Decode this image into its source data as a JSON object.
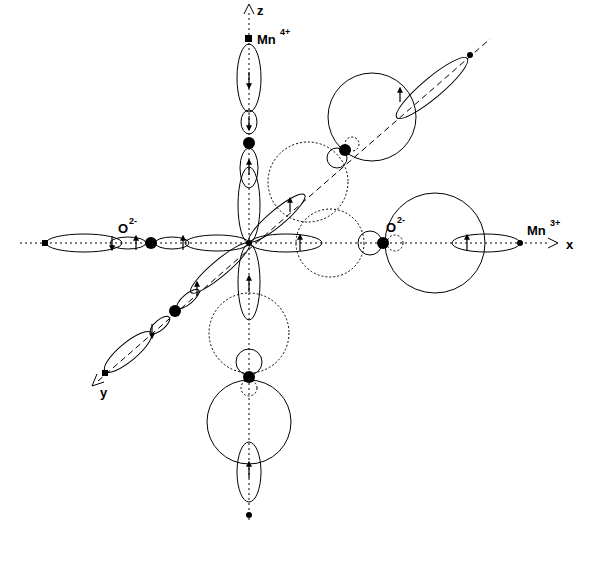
{
  "diagram": {
    "labels": [
      "z",
      "Mn",
      "4+",
      "O",
      "2-",
      "O",
      "2-",
      "Mn",
      "3+",
      "x",
      "y"
    ]
  }
}
